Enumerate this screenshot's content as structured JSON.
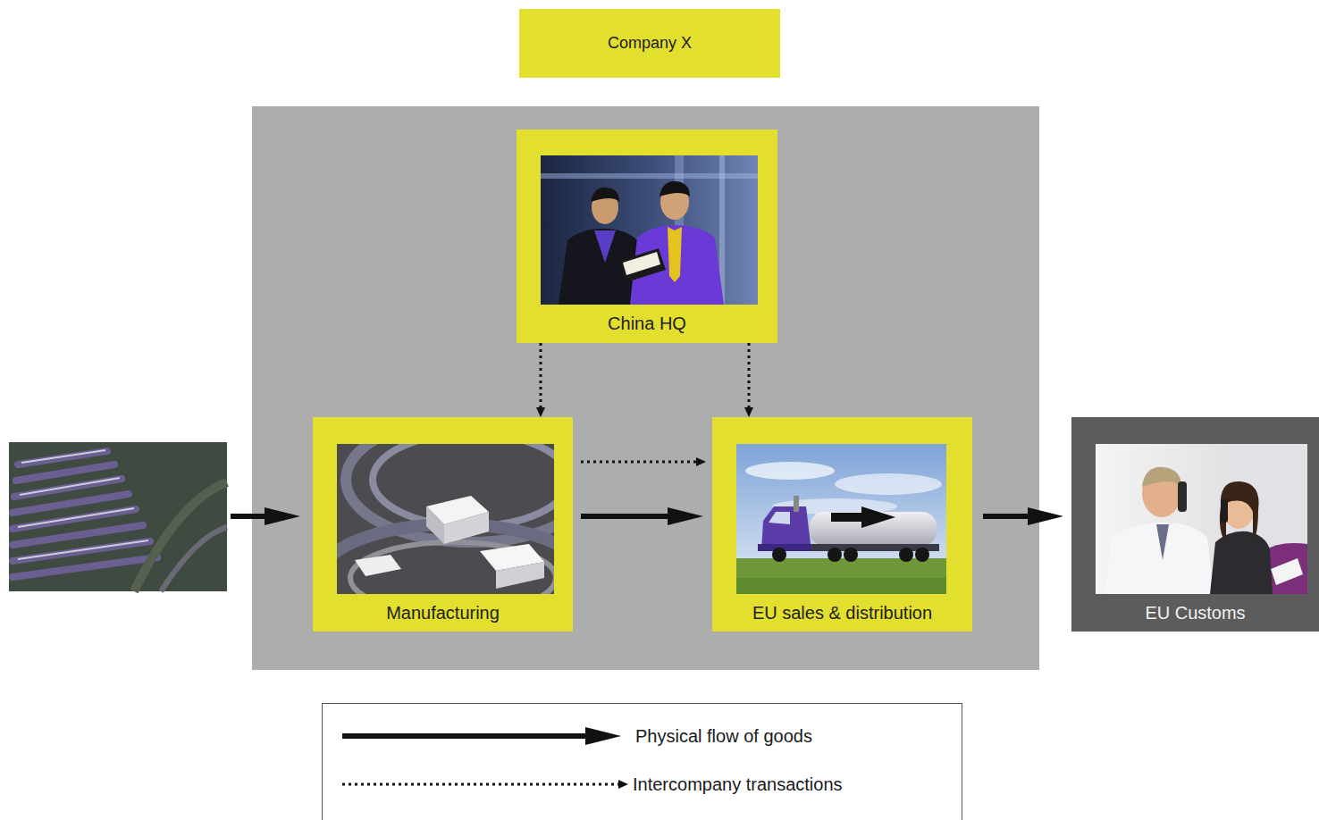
{
  "diagram": {
    "nodes": [
      {
        "text": [
          "Company X"
        ]
      },
      {
        "text": [
          "China HQ"
        ]
      },
      {
        "text": [
          "Manufacturing"
        ]
      },
      {
        "text": [
          "EU sales & distribution"
        ]
      },
      {
        "text": [
          "EU Customs"
        ]
      }
    ],
    "edges": [
      {
        "from": 1,
        "to": 2,
        "arrow": "to"
      },
      {
        "from": 1,
        "to": 3,
        "arrow": "to"
      },
      {
        "from": 2,
        "to": 3,
        "arrow": "to"
      },
      {
        "from": 2,
        "to": 3,
        "arrow": "to"
      },
      {
        "from": 3,
        "to": 4,
        "arrow": "to"
      }
    ],
    "legend": [
      {
        "text": "Physical flow of goods"
      },
      {
        "text": "Intercompany transactions"
      }
    ]
  }
}
